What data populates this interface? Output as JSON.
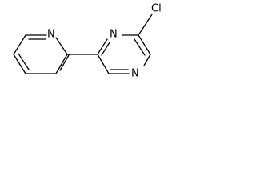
{
  "structure": {
    "atoms": {
      "pyridine_n": "N",
      "pyrazine_n_top": "N",
      "pyrazine_n_bottom": "N",
      "chlorine": "Cl"
    }
  }
}
